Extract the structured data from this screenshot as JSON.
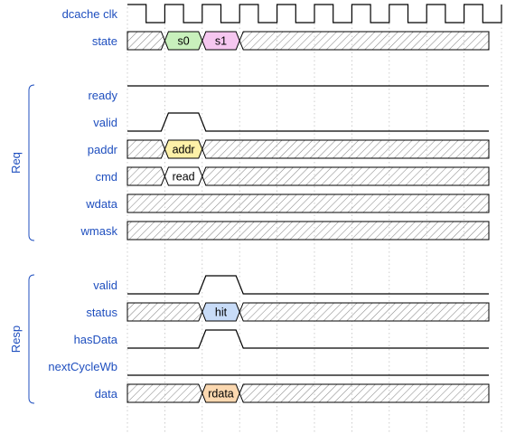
{
  "diagram": {
    "colors": {
      "label": "#1f4fbf",
      "line": "#000000",
      "grid": "#c0c0c0",
      "hatch": "#8a8a8a",
      "green": "#c8f0bc",
      "pink": "#f6c7f0",
      "yellow": "#fdf1a8",
      "blue": "#c8dcf8",
      "orange": "#fbd8b0",
      "white": "#ffffff"
    },
    "clock": {
      "name": "dcache clk",
      "cycles": 10
    },
    "signals": [
      {
        "name": "state",
        "wave": [
          {
            "t": "x",
            "len": 1
          },
          {
            "t": "d",
            "len": 1,
            "text": "s0",
            "color": "green"
          },
          {
            "t": "d",
            "len": 1,
            "text": "s1",
            "color": "pink"
          },
          {
            "t": "x",
            "len": 7
          }
        ]
      },
      {
        "gap": true
      },
      {
        "group": "Req",
        "signals": [
          {
            "name": "ready",
            "wave": [
              {
                "t": "h",
                "len": 10
              }
            ]
          },
          {
            "name": "valid",
            "wave": [
              {
                "t": "l",
                "len": 1
              },
              {
                "t": "h",
                "len": 1
              },
              {
                "t": "l",
                "len": 8
              }
            ]
          },
          {
            "name": "paddr",
            "wave": [
              {
                "t": "x",
                "len": 1
              },
              {
                "t": "d",
                "len": 1,
                "text": "addr",
                "color": "yellow"
              },
              {
                "t": "x",
                "len": 8
              }
            ]
          },
          {
            "name": "cmd",
            "wave": [
              {
                "t": "x",
                "len": 1
              },
              {
                "t": "d",
                "len": 1,
                "text": "read",
                "color": "white"
              },
              {
                "t": "x",
                "len": 8
              }
            ]
          },
          {
            "name": "wdata",
            "wave": [
              {
                "t": "x",
                "len": 10
              }
            ]
          },
          {
            "name": "wmask",
            "wave": [
              {
                "t": "x",
                "len": 10
              }
            ]
          }
        ]
      },
      {
        "gap": true
      },
      {
        "group": "Resp",
        "signals": [
          {
            "name": "valid",
            "wave": [
              {
                "t": "l",
                "len": 2
              },
              {
                "t": "h",
                "len": 1
              },
              {
                "t": "l",
                "len": 7
              }
            ]
          },
          {
            "name": "status",
            "wave": [
              {
                "t": "x",
                "len": 2
              },
              {
                "t": "d",
                "len": 1,
                "text": "hit",
                "color": "blue"
              },
              {
                "t": "x",
                "len": 7
              }
            ]
          },
          {
            "name": "hasData",
            "wave": [
              {
                "t": "l",
                "len": 2
              },
              {
                "t": "h",
                "len": 1
              },
              {
                "t": "l",
                "len": 7
              }
            ]
          },
          {
            "name": "nextCycleWb",
            "wave": [
              {
                "t": "l",
                "len": 10
              }
            ]
          },
          {
            "name": "data",
            "wave": [
              {
                "t": "x",
                "len": 2
              },
              {
                "t": "d",
                "len": 1,
                "text": "rdata",
                "color": "orange"
              },
              {
                "t": "x",
                "len": 7
              }
            ]
          }
        ]
      }
    ]
  }
}
